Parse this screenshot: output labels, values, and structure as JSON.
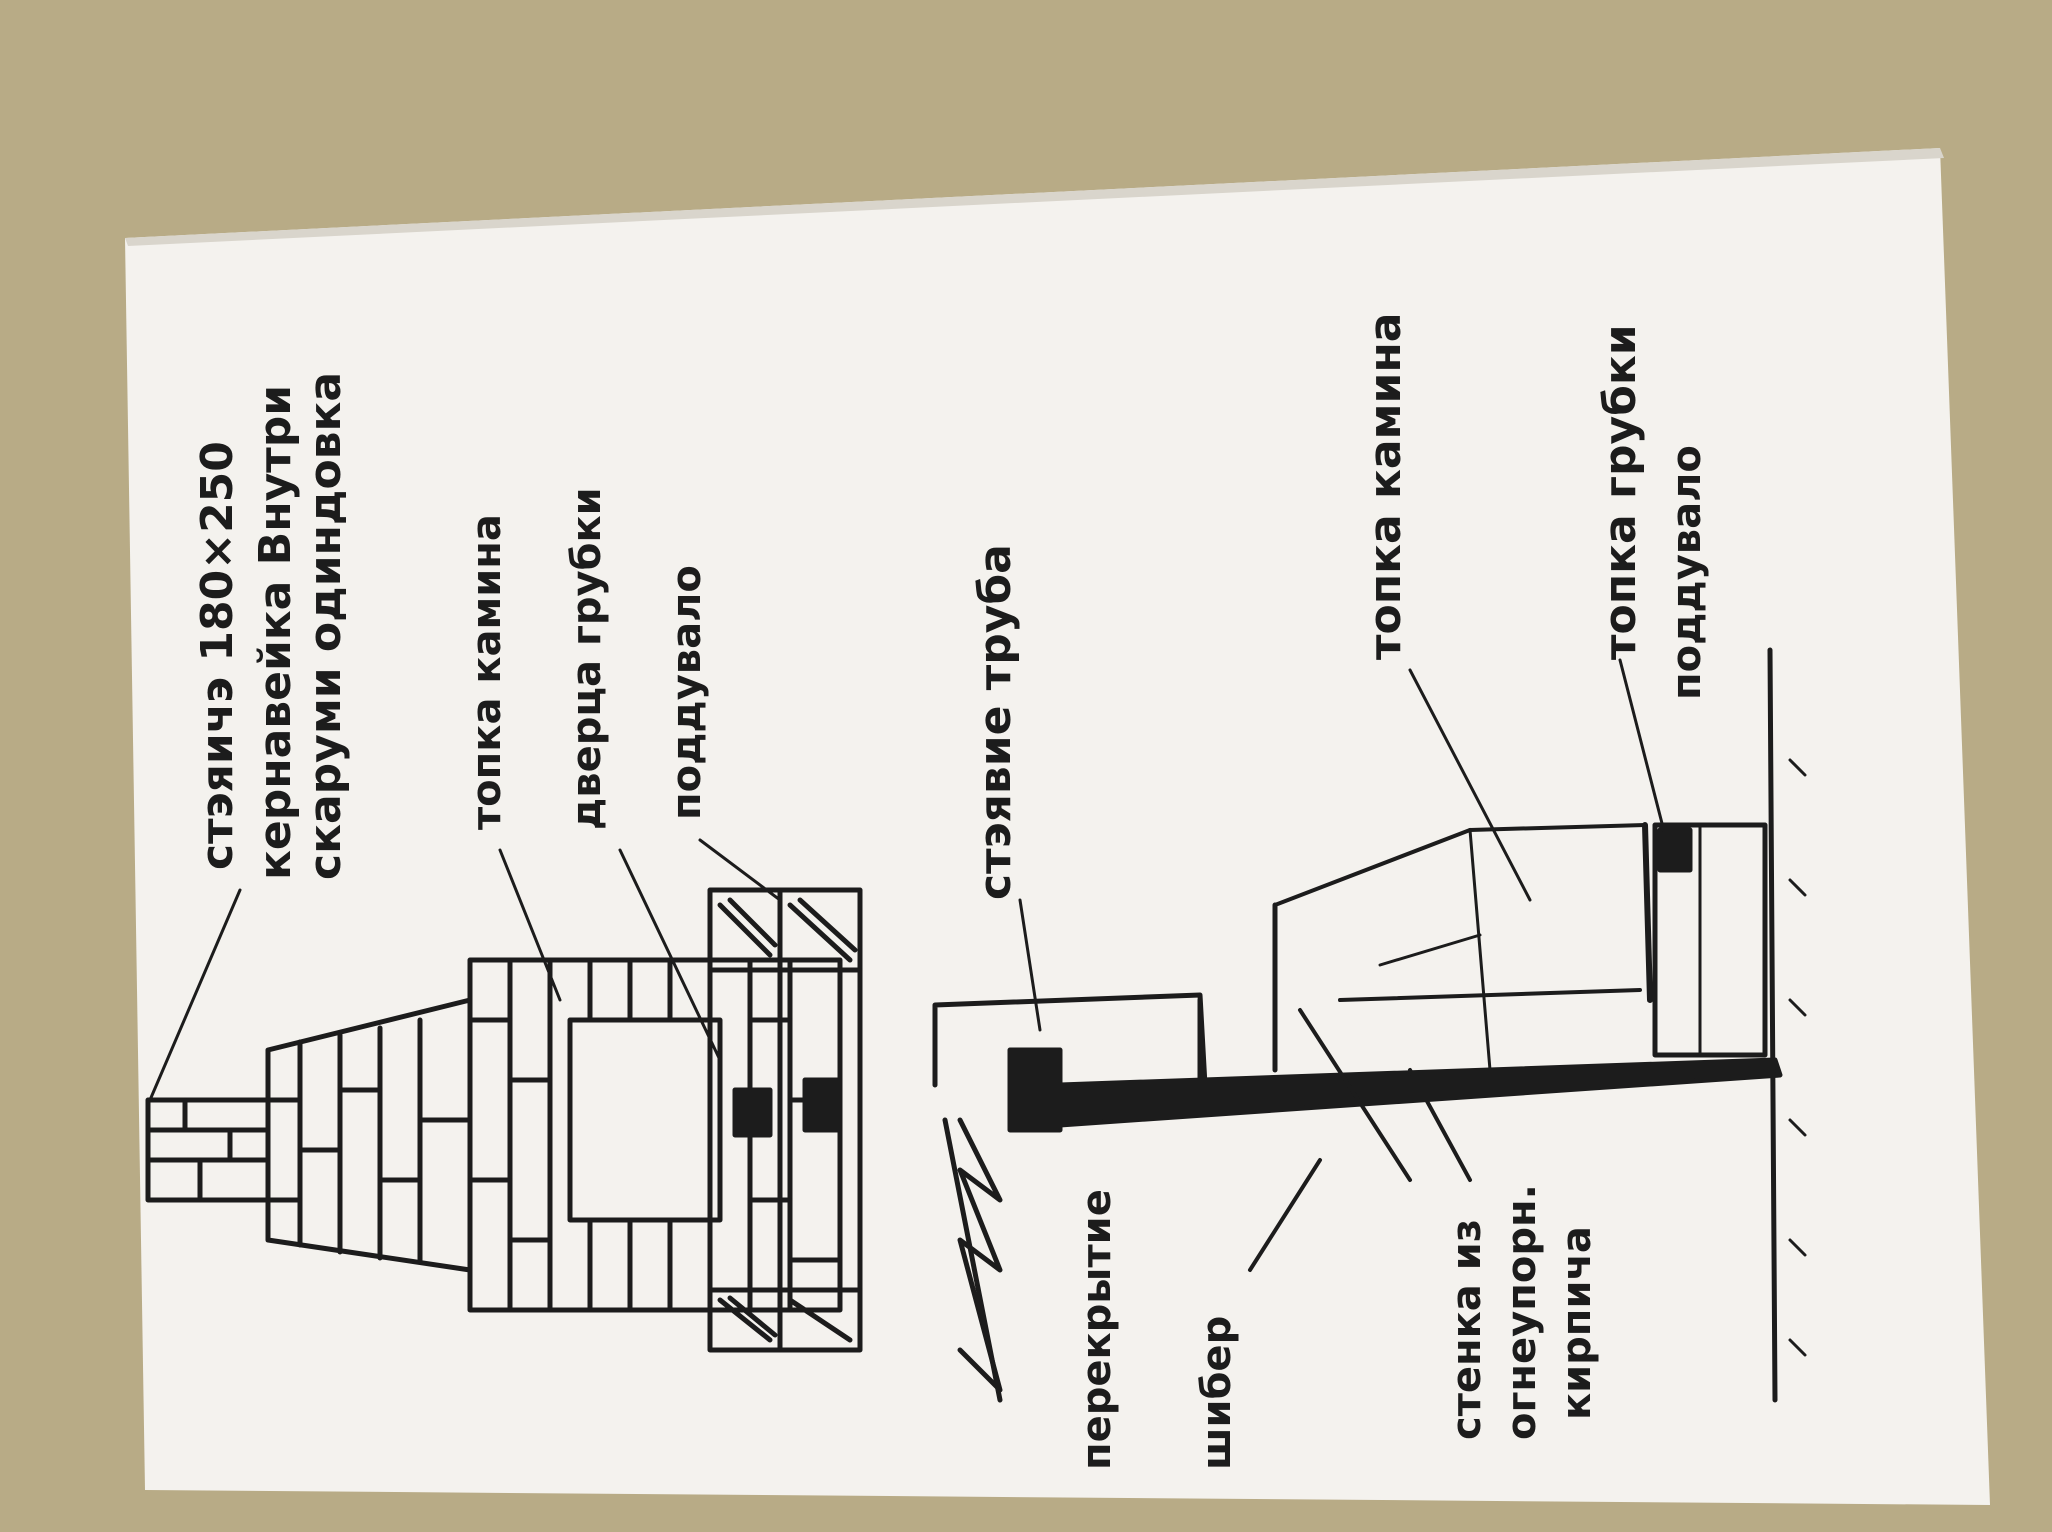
{
  "colors": {
    "table": "#b8ab86",
    "paper": "#f4f2ee",
    "ink": "#1c1c1c"
  },
  "labels": {
    "chimney_spec_1": "стэяичэ 180×250",
    "chimney_spec_2": "кернавейка Внутри",
    "chimney_spec_3": "скаруми одиндовка",
    "firebox_fireplace": "топка камина",
    "stove_door": "дверца грубки",
    "ash_pit": "поддувало",
    "chimney_pipe": "стэявие труба",
    "ceiling": "перекрытие",
    "damper": "шибер",
    "wall_1": "стенка из",
    "wall_2": "огнеупорн.",
    "wall_3": "кирпича",
    "firebox_fireplace_2": "топка камина",
    "firebox_stove": "топка грубки",
    "ash_pit_2": "поддувало"
  }
}
